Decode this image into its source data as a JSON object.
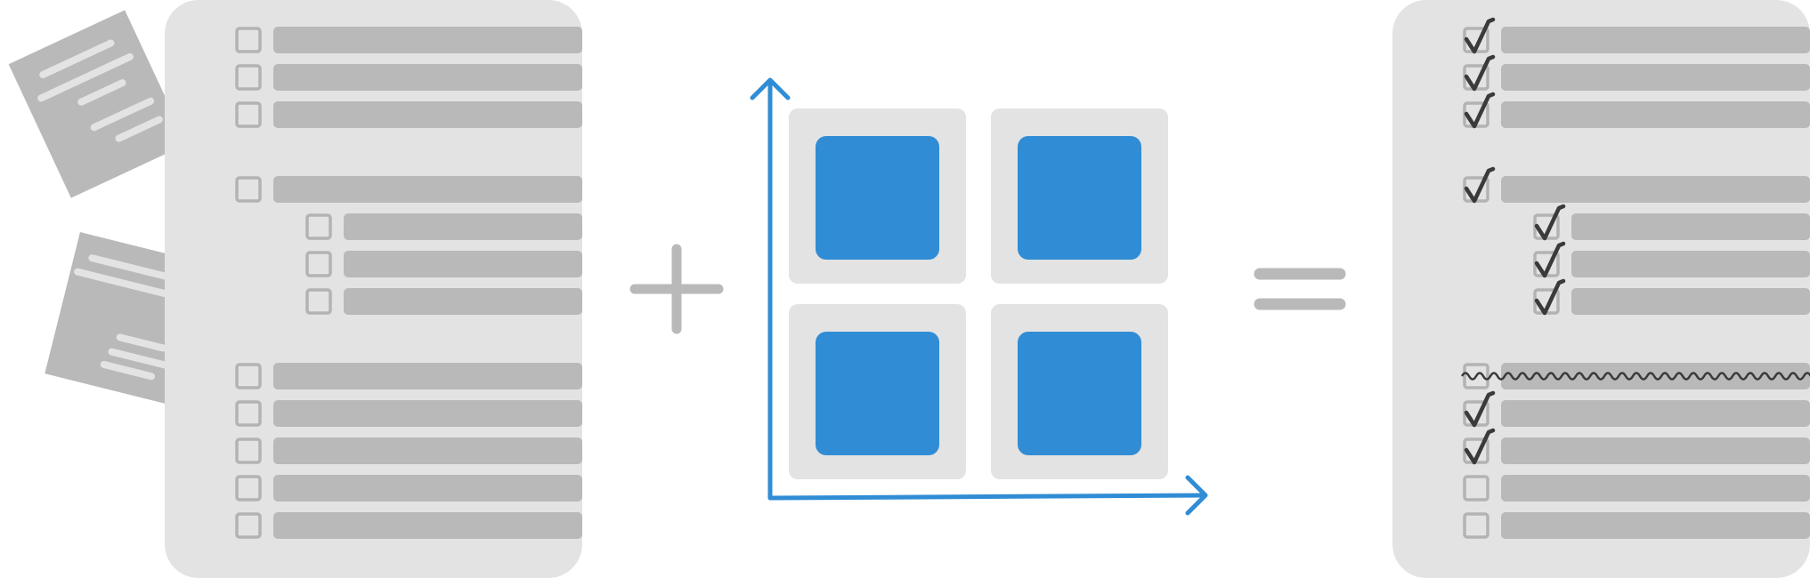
{
  "colors": {
    "background": "#ffffff",
    "panel": "#e3e3e3",
    "row_bar": "#b9b9b9",
    "checkbox_border": "#b3b3b3",
    "check_mark": "#3a3a3a",
    "accent_blue": "#308dd5",
    "matrix_cell_bg": "#e3e3e3",
    "note_paper": "#b9b9b9",
    "note_line": "#e3e3e3",
    "operator": "#b9b9b9"
  },
  "icons": {
    "plus": "plus-icon",
    "equals": "equals-icon",
    "check": "check-icon",
    "strikethrough": "wavy-strikethrough-icon",
    "checkbox": "checkbox-icon",
    "axes": "two-axis-arrow-icon"
  },
  "left_list": {
    "rows": [
      {
        "group": 1,
        "level": 0
      },
      {
        "group": 1,
        "level": 0
      },
      {
        "group": 1,
        "level": 0
      },
      {
        "group": 2,
        "level": 0
      },
      {
        "group": 2,
        "level": 1
      },
      {
        "group": 2,
        "level": 1
      },
      {
        "group": 2,
        "level": 1
      },
      {
        "group": 3,
        "level": 0
      },
      {
        "group": 3,
        "level": 0
      },
      {
        "group": 3,
        "level": 0
      },
      {
        "group": 3,
        "level": 0
      },
      {
        "group": 3,
        "level": 0
      }
    ]
  },
  "matrix": {
    "quadrants": [
      "top-left",
      "top-right",
      "bottom-left",
      "bottom-right"
    ]
  },
  "right_list": {
    "rows": [
      {
        "group": 1,
        "level": 0,
        "state": "checked"
      },
      {
        "group": 1,
        "level": 0,
        "state": "checked"
      },
      {
        "group": 1,
        "level": 0,
        "state": "checked"
      },
      {
        "group": 2,
        "level": 0,
        "state": "checked"
      },
      {
        "group": 2,
        "level": 1,
        "state": "checked"
      },
      {
        "group": 2,
        "level": 1,
        "state": "checked"
      },
      {
        "group": 2,
        "level": 1,
        "state": "checked"
      },
      {
        "group": 3,
        "level": 0,
        "state": "struck"
      },
      {
        "group": 3,
        "level": 0,
        "state": "checked"
      },
      {
        "group": 3,
        "level": 0,
        "state": "checked"
      },
      {
        "group": 3,
        "level": 0,
        "state": "unchecked"
      },
      {
        "group": 3,
        "level": 0,
        "state": "unchecked"
      }
    ]
  }
}
